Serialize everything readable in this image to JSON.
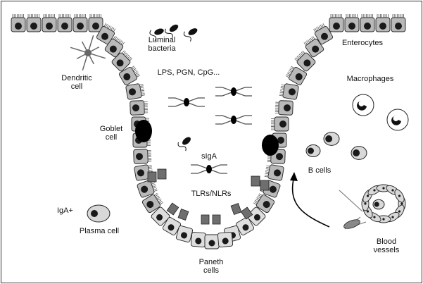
{
  "labels": {
    "luminal_bacteria": "Luminal\nbacteria",
    "enterocytes": "Enterocytes",
    "dendritic_cell": "Dendritic\ncell",
    "lps": "LPS, PGN, CpG...",
    "macrophages": "Macrophages",
    "goblet_cell": "Goblet\ncell",
    "siga": "sIgA",
    "b_cells": "B cells",
    "tlrs": "TLRs/NLRs",
    "iga_plus": "IgA+",
    "plasma_cell": "Plasma cell",
    "blood_vessels": "Blood\nvessels",
    "paneth_cells": "Paneth\ncells"
  },
  "colors": {
    "cell_fill": "#b9b9b9",
    "paneth_fill": "#dedede",
    "nucleus": "#1a1a1a",
    "receptor": "#6e6e6e",
    "microvilli": "#555555"
  }
}
